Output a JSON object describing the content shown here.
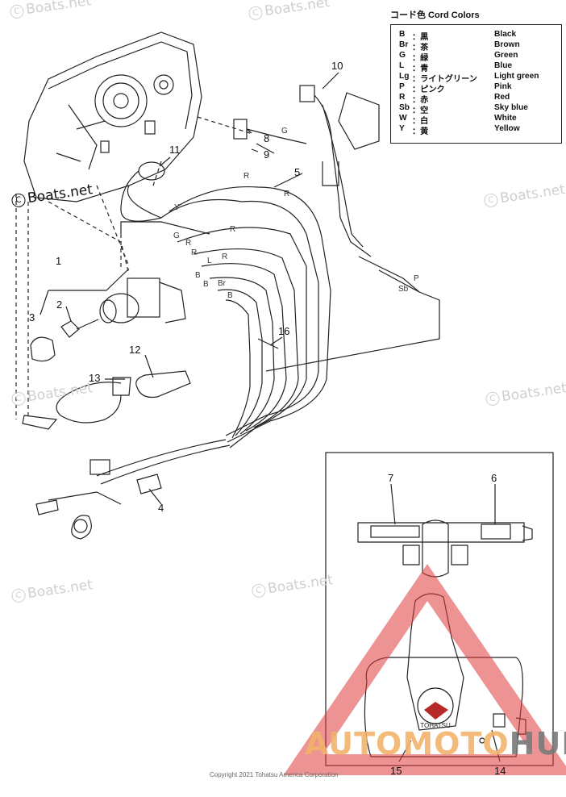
{
  "watermarks": [
    "Boats.net",
    "Boats.net",
    "Boats.net",
    "Boats.net",
    "Boats.net",
    "Boats.net",
    "Boats.net",
    "Boats.net"
  ],
  "legend": {
    "title": "コード色  Cord Colors",
    "rows": [
      {
        "code": "B",
        "jp": "：黒",
        "en": "Black"
      },
      {
        "code": "Br",
        "jp": "：茶",
        "en": "Brown"
      },
      {
        "code": "G",
        "jp": "：緑",
        "en": "Green"
      },
      {
        "code": "L",
        "jp": "：青",
        "en": "Blue"
      },
      {
        "code": "Lg",
        "jp": "：ライトグリーン",
        "en": "Light green"
      },
      {
        "code": "P",
        "jp": "：ピンク",
        "en": "Pink"
      },
      {
        "code": "R",
        "jp": "：赤",
        "en": "Red"
      },
      {
        "code": "Sb",
        "jp": "：空",
        "en": "Sky blue"
      },
      {
        "code": "W",
        "jp": "：白",
        "en": "White"
      },
      {
        "code": "Y",
        "jp": "：黄",
        "en": "Yellow"
      }
    ]
  },
  "callouts": [
    "1",
    "2",
    "3",
    "4",
    "5",
    "6",
    "7",
    "8",
    "9",
    "10",
    "11",
    "12",
    "13",
    "14",
    "15",
    "16"
  ],
  "wire_letters": [
    "G",
    "R",
    "Y",
    "R",
    "R",
    "G",
    "R",
    "R",
    "R",
    "L",
    "Br",
    "B",
    "B",
    "B",
    "P",
    "Sb"
  ],
  "brand": {
    "part1": "AUTOMOTO",
    "part2": "HUB",
    "accent": "#e03a3a"
  },
  "badge_text": "TOHATSU",
  "copyright": "Copyright 2021 Tohatsu America Corporation"
}
